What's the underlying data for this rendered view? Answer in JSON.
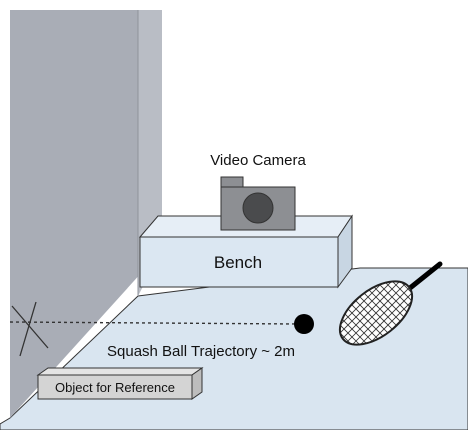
{
  "labels": {
    "camera": "Video Camera",
    "bench": "Bench",
    "trajectory": "Squash Ball Trajectory ~ 2m",
    "reference": "Object for Reference"
  },
  "colors": {
    "wall": "#a9adb6",
    "floor": "#d9e5f0",
    "bench_front": "#dbe7f2",
    "bench_top": "#e6eef6",
    "bench_side": "#c8d6e3",
    "camera_body": "#8d8f93",
    "camera_lens": "#4a4b4d",
    "ball": "#000000",
    "racket_handle": "#000000",
    "reference_box": "#d4d4d4",
    "outline": "#333333"
  },
  "icons": [
    "video-camera",
    "squash-ball",
    "squash-racket",
    "x-marker"
  ]
}
